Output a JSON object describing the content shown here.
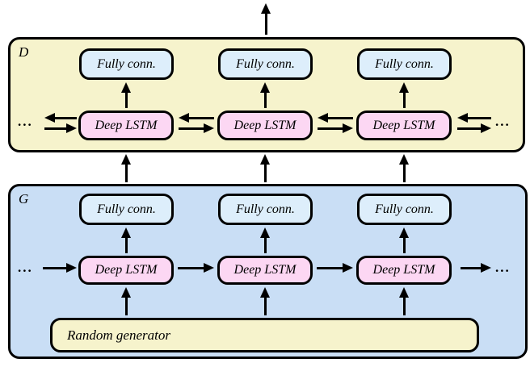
{
  "d": {
    "label": "D",
    "fc": [
      "Fully conn.",
      "Fully conn.",
      "Fully conn."
    ],
    "lstm": [
      "Deep LSTM",
      "Deep LSTM",
      "Deep LSTM"
    ],
    "ellipsis": "..."
  },
  "g": {
    "label": "G",
    "fc": [
      "Fully conn.",
      "Fully conn.",
      "Fully conn."
    ],
    "lstm": [
      "Deep LSTM",
      "Deep LSTM",
      "Deep LSTM"
    ],
    "random": "Random generator",
    "ellipsis": "..."
  },
  "colors": {
    "d_bg": "#f6f3cc",
    "g_bg": "#c9def5",
    "fc_fill": "#ddeefb",
    "lstm_fill": "#fcd7f3",
    "rg_fill": "#f6f3cc",
    "stroke": "#000000"
  }
}
